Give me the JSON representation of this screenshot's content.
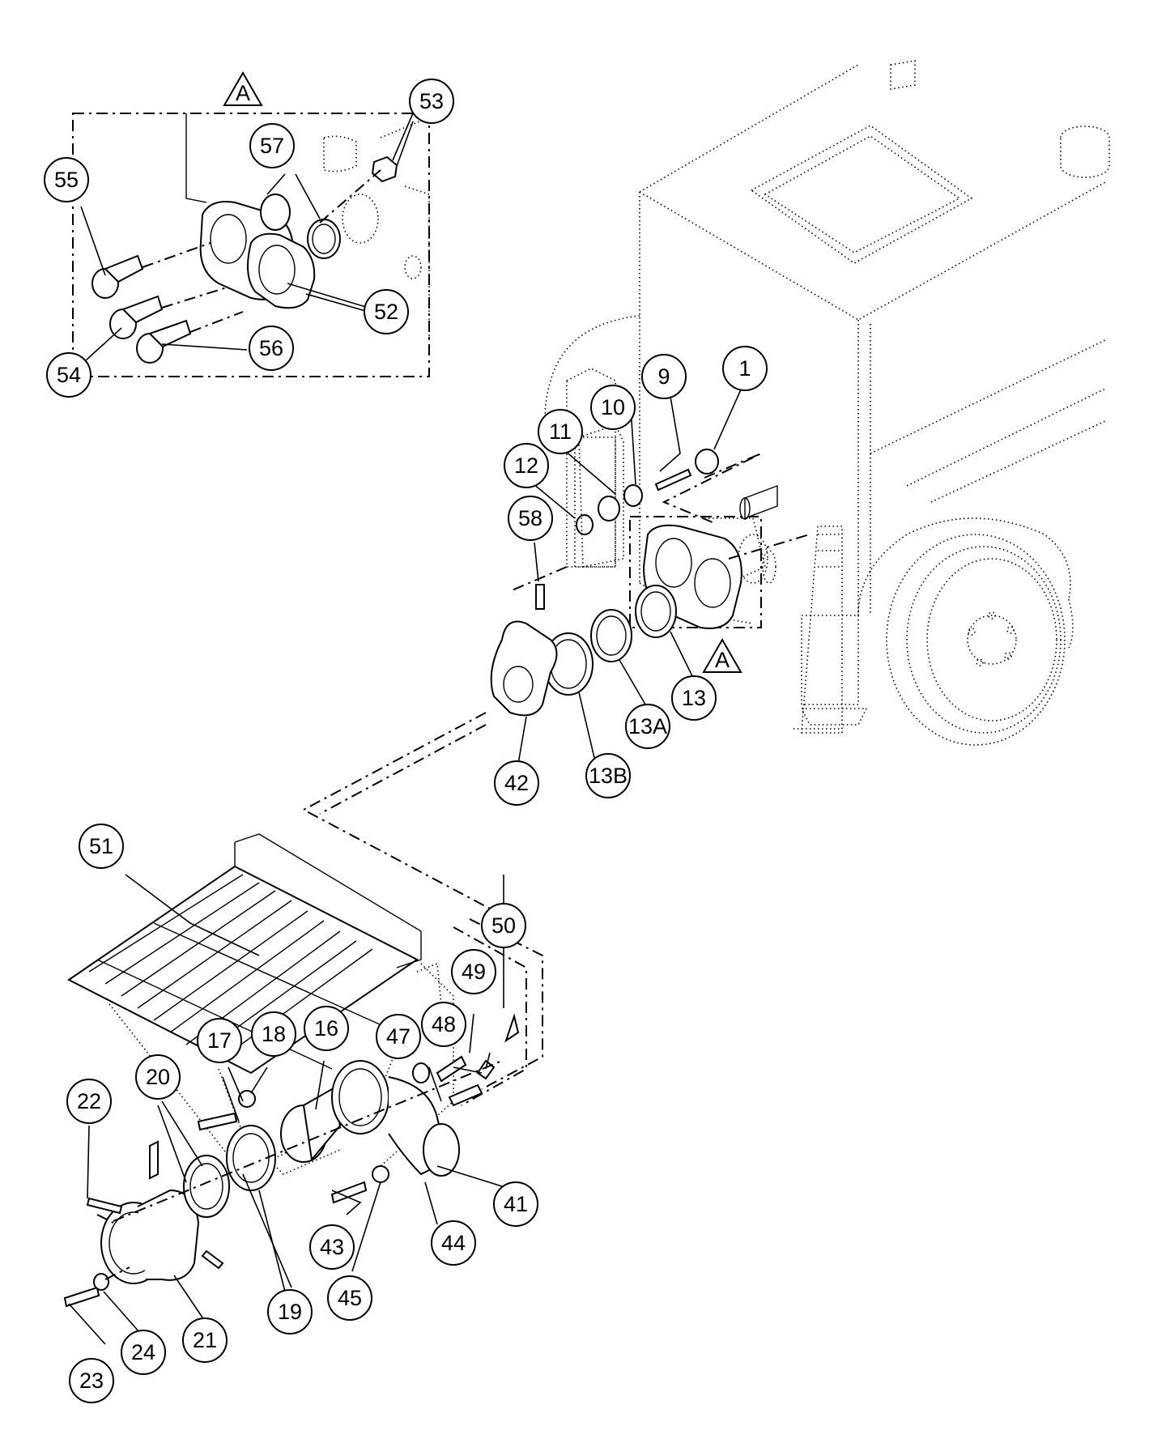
{
  "detail_view_label": "A",
  "view_reference_label": "A",
  "callouts": {
    "c1": "1",
    "c9": "9",
    "c10": "10",
    "c11": "11",
    "c12": "12",
    "c13": "13",
    "c13a": "13A",
    "c13b": "13B",
    "c16": "16",
    "c17": "17",
    "c18": "18",
    "c19": "19",
    "c20": "20",
    "c21": "21",
    "c22": "22",
    "c23": "23",
    "c24": "24",
    "c41": "41",
    "c42": "42",
    "c43": "43",
    "c44": "44",
    "c45": "45",
    "c47": "47",
    "c48": "48",
    "c49": "49",
    "c50": "50",
    "c51": "51",
    "c52": "52",
    "c53": "53",
    "c54": "54",
    "c55": "55",
    "c56": "56",
    "c57": "57",
    "c58": "58"
  }
}
